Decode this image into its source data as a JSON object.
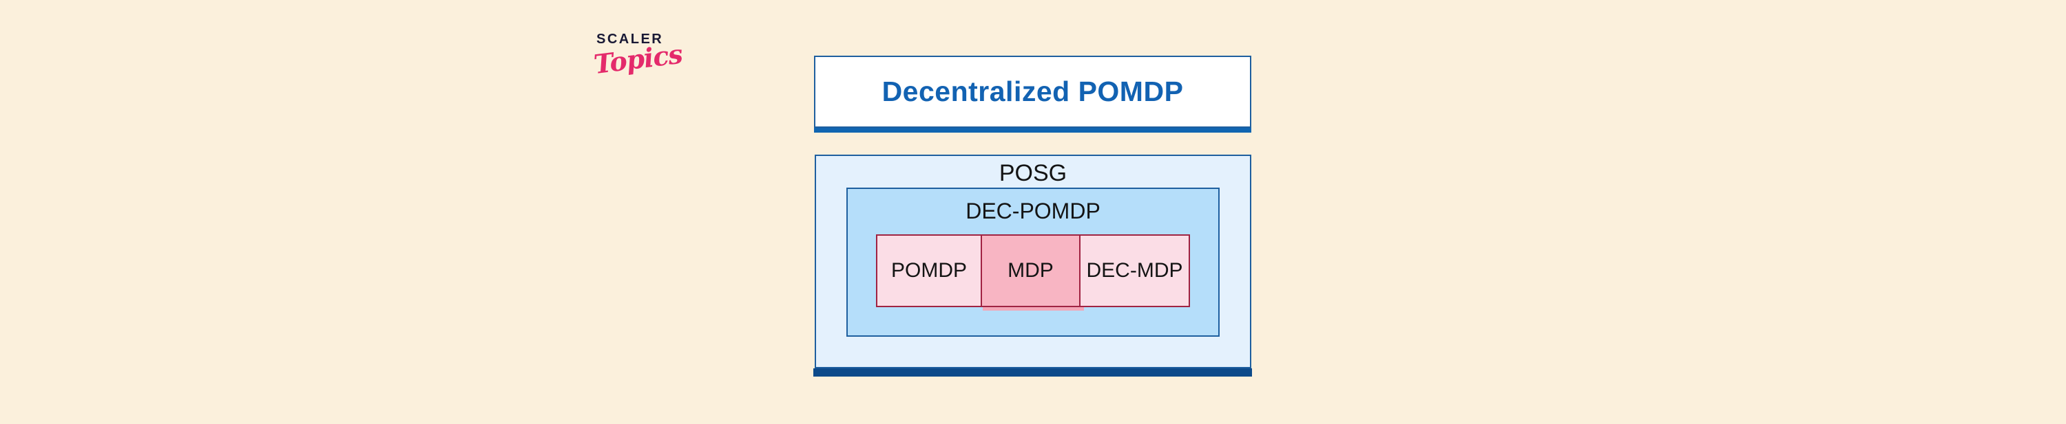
{
  "logo": {
    "primary": "SCALER",
    "secondary": "Topics"
  },
  "title": {
    "text": "Decentralized POMDP"
  },
  "diagram": {
    "outer": {
      "label": "POSG"
    },
    "inner": {
      "label": "DEC-POMDP"
    },
    "cells": [
      {
        "label": "POMDP"
      },
      {
        "label": "MDP"
      },
      {
        "label": "DEC-MDP"
      }
    ]
  },
  "colors": {
    "background": "#FBF0DC",
    "logo_navy": "#191935",
    "logo_pink": "#E42A6B",
    "title_text": "#1262B2",
    "title_bar": "#1065B1",
    "box_border": "#1E5F9F",
    "outer_fill": "#E4F1FD",
    "inner_fill": "#B5DEFA",
    "navy_bar": "#0D4A8A",
    "pink_light": "#FBDDE6",
    "pink_medium": "#F8B5C3",
    "pink_shadow": "#F3A7B8",
    "red_border": "#A02342",
    "label_text": "#141414"
  }
}
